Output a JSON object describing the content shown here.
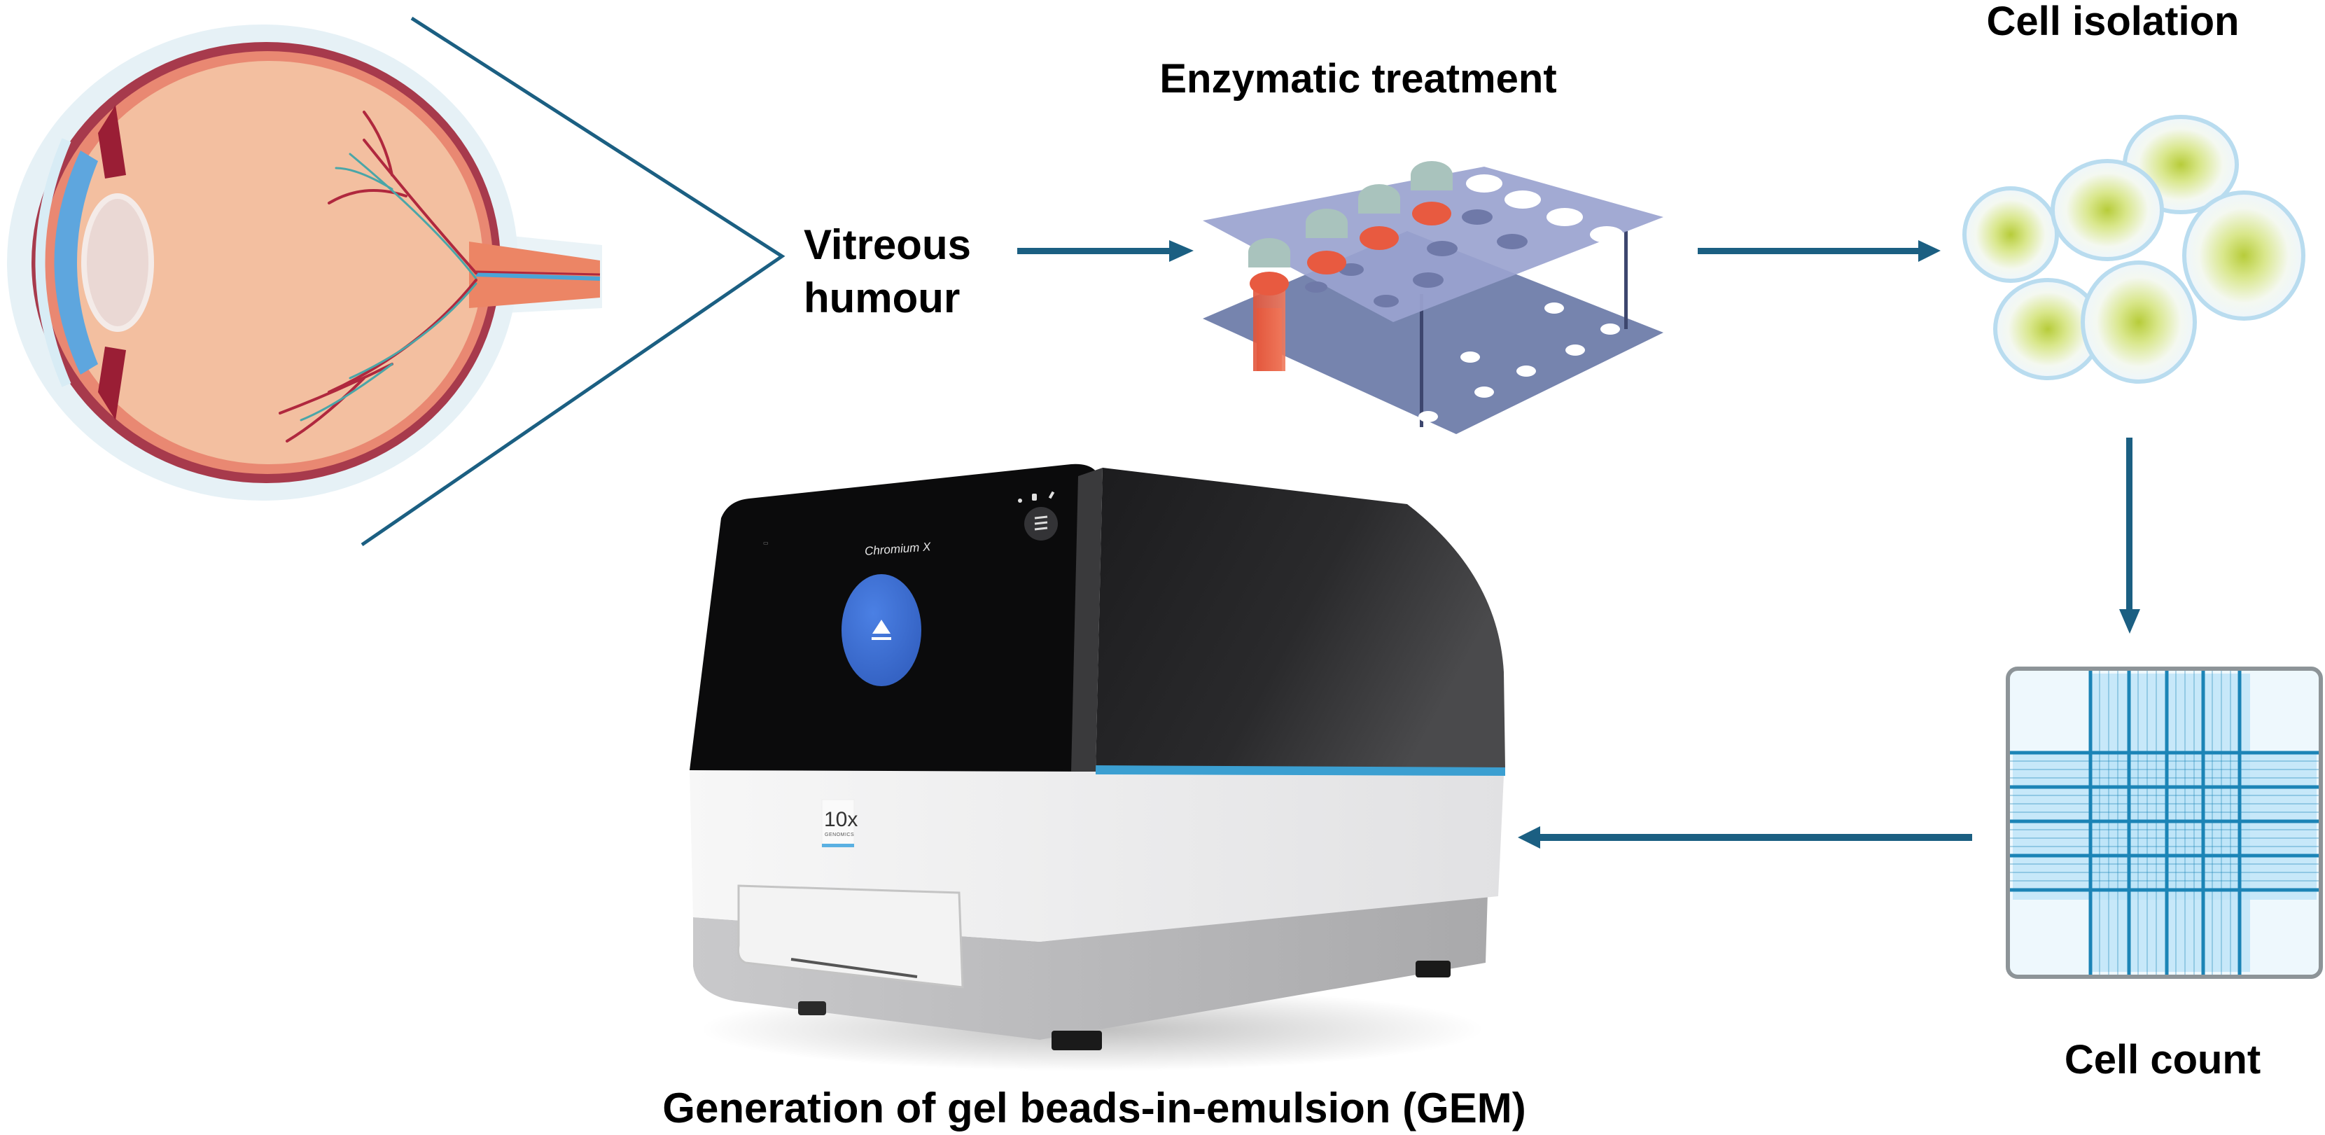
{
  "figure": {
    "title": "Vitreous humour single-cell workflow",
    "accent_color": "#1b5f82"
  },
  "steps": {
    "vitreous": {
      "line1": "Vitreous",
      "line2": "humour"
    },
    "enzymatic": {
      "label": "Enzymatic treatment"
    },
    "isolation": {
      "label": "Cell isolation"
    },
    "count": {
      "label": "Cell count"
    },
    "gem": {
      "label": "Generation of gel beads-in-emulsion (GEM)"
    }
  },
  "device": {
    "screen_title": "Chromium X",
    "brand_number": "10x",
    "brand_name": "GENOMICS",
    "screen_button_icon": "eject-icon",
    "menu_icon": "hamburger-menu-icon",
    "colors": {
      "screen_button": "#3f74d6",
      "stripe": "#3b9fd1"
    }
  },
  "icons": {
    "eye": "eye-anatomy-icon",
    "rack": "test-tube-rack-icon",
    "cells": "cell-cluster-icon",
    "hemocytometer": "hemocytometer-grid-icon"
  }
}
